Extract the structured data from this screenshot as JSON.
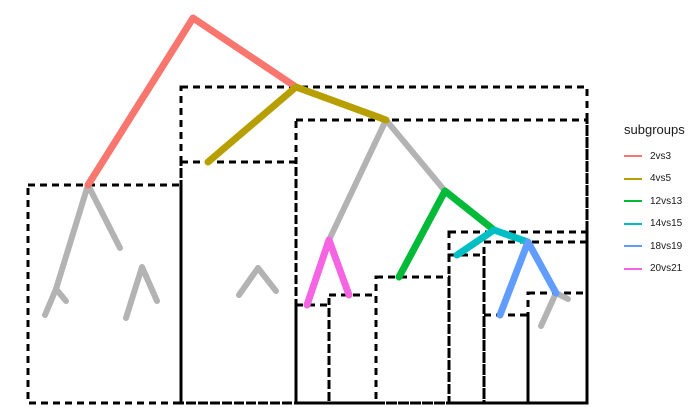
{
  "legend": {
    "title": "subgroups",
    "items": [
      {
        "label": "2vs3",
        "color": "#F8766D"
      },
      {
        "label": "4vs5",
        "color": "#B79F00"
      },
      {
        "label": "12vs13",
        "color": "#00BA38"
      },
      {
        "label": "14vs15",
        "color": "#00BFC4"
      },
      {
        "label": "18vs19",
        "color": "#619CFF"
      },
      {
        "label": "20vs21",
        "color": "#F564E3"
      }
    ]
  },
  "colors": {
    "neutral_branch": "#b3b3b3",
    "box_border": "#000000",
    "background": "#ffffff"
  }
}
